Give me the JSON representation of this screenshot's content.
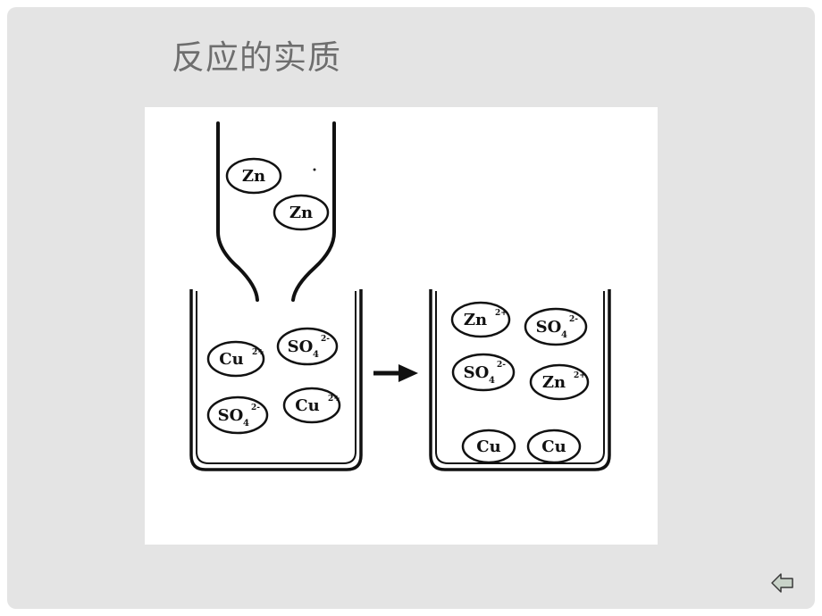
{
  "slide": {
    "title": "反应的实质"
  },
  "diagram": {
    "tube_particles": [
      {
        "symbol": "Zn",
        "charge": "",
        "subscript": ""
      },
      {
        "symbol": "Zn",
        "charge": "",
        "subscript": ""
      }
    ],
    "before_beaker_particles": [
      {
        "symbol": "Cu",
        "charge": "2+",
        "subscript": ""
      },
      {
        "symbol": "SO",
        "charge": "2-",
        "subscript": "4"
      },
      {
        "symbol": "SO",
        "charge": "2-",
        "subscript": "4"
      },
      {
        "symbol": "Cu",
        "charge": "2+",
        "subscript": ""
      }
    ],
    "after_beaker_particles": [
      {
        "symbol": "Zn",
        "charge": "2+",
        "subscript": ""
      },
      {
        "symbol": "SO",
        "charge": "2-",
        "subscript": "4"
      },
      {
        "symbol": "SO",
        "charge": "2-",
        "subscript": "4"
      },
      {
        "symbol": "Zn",
        "charge": "2+",
        "subscript": ""
      },
      {
        "symbol": "Cu",
        "charge": "",
        "subscript": ""
      },
      {
        "symbol": "Cu",
        "charge": "",
        "subscript": ""
      }
    ]
  },
  "navigation": {
    "back_icon": "back-arrow-icon"
  },
  "colors": {
    "slide_background": "#e4e4e4",
    "title_text": "#6e6e6e",
    "ink": "#111111"
  }
}
